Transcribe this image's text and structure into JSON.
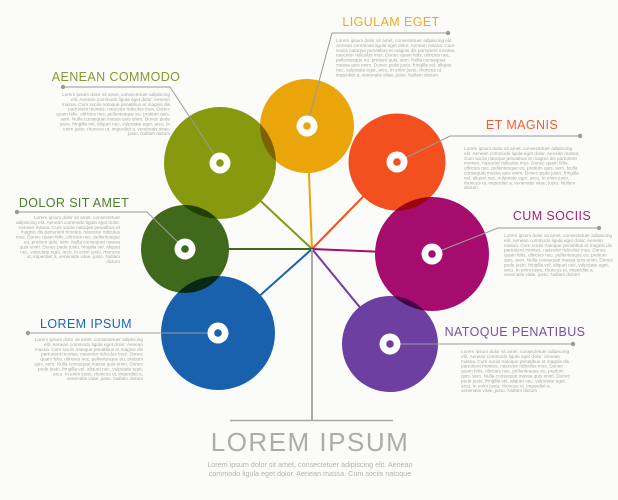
{
  "background": "#FBFBF9",
  "connector_color": "#9B9B9B",
  "stem_color": "#A9A9A9",
  "donut_color": "#FFFFFF",
  "title": {
    "text": "LOREM IPSUM",
    "color": "#ACACAC",
    "subtitle": "Lorem ipsum dolor sit amet, consectetuer adipiscing elit. Aenean\ncommodo ligula eget dolor. Aenean massa. Cum sociis natoque"
  },
  "body_text": "Lorem ipsum dolor sit amet, consectetuer adipiscing elit. Aenean commodo ligula eget dolor. Aenean massa. Cum sociis natoque penatibus et magnis dis parturient montes, nascetur ridiculus mus. Donec quam felis, ultricies nec, pellentesque eu, pretium quis, sem. Nulla consequat massa quis enim. Donec pede justo, fringilla vel, aliquet nec, vulputate eget, arcu. In enim justo, rhoncus ut, imperdiet a, venenatis vitae, justo. Nullam dictum",
  "items": [
    {
      "id": "ligulam-eget",
      "label": "LIGULAM EGET",
      "label_color": "#F0A825",
      "circle_color": "#E9A509"
    },
    {
      "id": "aenean-commodo",
      "label": "AENEAN COMMODO",
      "label_color": "#849B2F",
      "circle_color": "#87990F"
    },
    {
      "id": "et-magnis",
      "label": "ET MAGNIS",
      "label_color": "#F45B31",
      "circle_color": "#F2501E"
    },
    {
      "id": "cum-sociis",
      "label": "CUM SOCIIS",
      "label_color": "#A91F72",
      "circle_color": "#A50C6E"
    },
    {
      "id": "natoque-penatibus",
      "label": "NATOQUE PENATIBUS",
      "label_color": "#7B4FA6",
      "circle_color": "#6C3FA0"
    },
    {
      "id": "dolor-sit-amet",
      "label": "DOLOR SIT AMET",
      "label_color": "#4F7E2C",
      "circle_color": "#41691C"
    },
    {
      "id": "lorem-ipsum",
      "label": "LOREM IPSUM",
      "label_color": "#1E66B2",
      "circle_color": "#1961AD"
    }
  ]
}
